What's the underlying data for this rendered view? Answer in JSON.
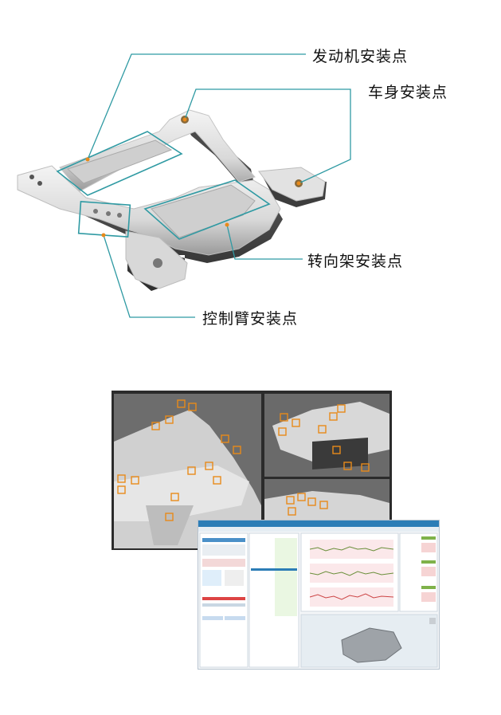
{
  "callouts": {
    "engine_mount": "发动机安装点",
    "body_mount": "车身安装点",
    "steering_mount": "转向架安装点",
    "control_arm_mount": "控制臂安装点"
  },
  "colors": {
    "callout_line": "#2f9aa3",
    "marker": "#e88a1a",
    "accent_green": "#7fb24a",
    "accent_red": "#d65b5b"
  },
  "software": {
    "window": "inspection-software",
    "chart_count": 3
  }
}
